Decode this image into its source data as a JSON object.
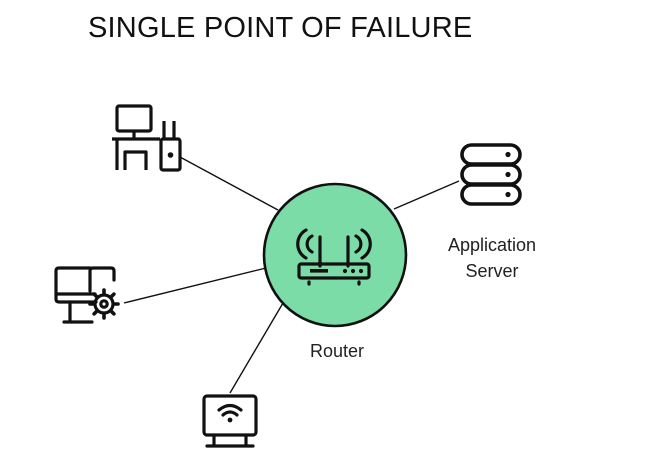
{
  "title": "SINGLE POINT OF FAILURE",
  "nodes": {
    "router": {
      "label": "Router",
      "icon": "router-icon",
      "fill": "#7cdca8"
    },
    "application_server": {
      "label_line1": "Application",
      "label_line2": "Server",
      "icon": "server-icon"
    },
    "desktop": {
      "icon": "desktop-computer-icon"
    },
    "workstation": {
      "icon": "monitor-settings-icon"
    },
    "wifi_terminal": {
      "icon": "wifi-terminal-icon"
    }
  },
  "colors": {
    "ink": "#111111",
    "router_fill": "#7cdca8"
  }
}
